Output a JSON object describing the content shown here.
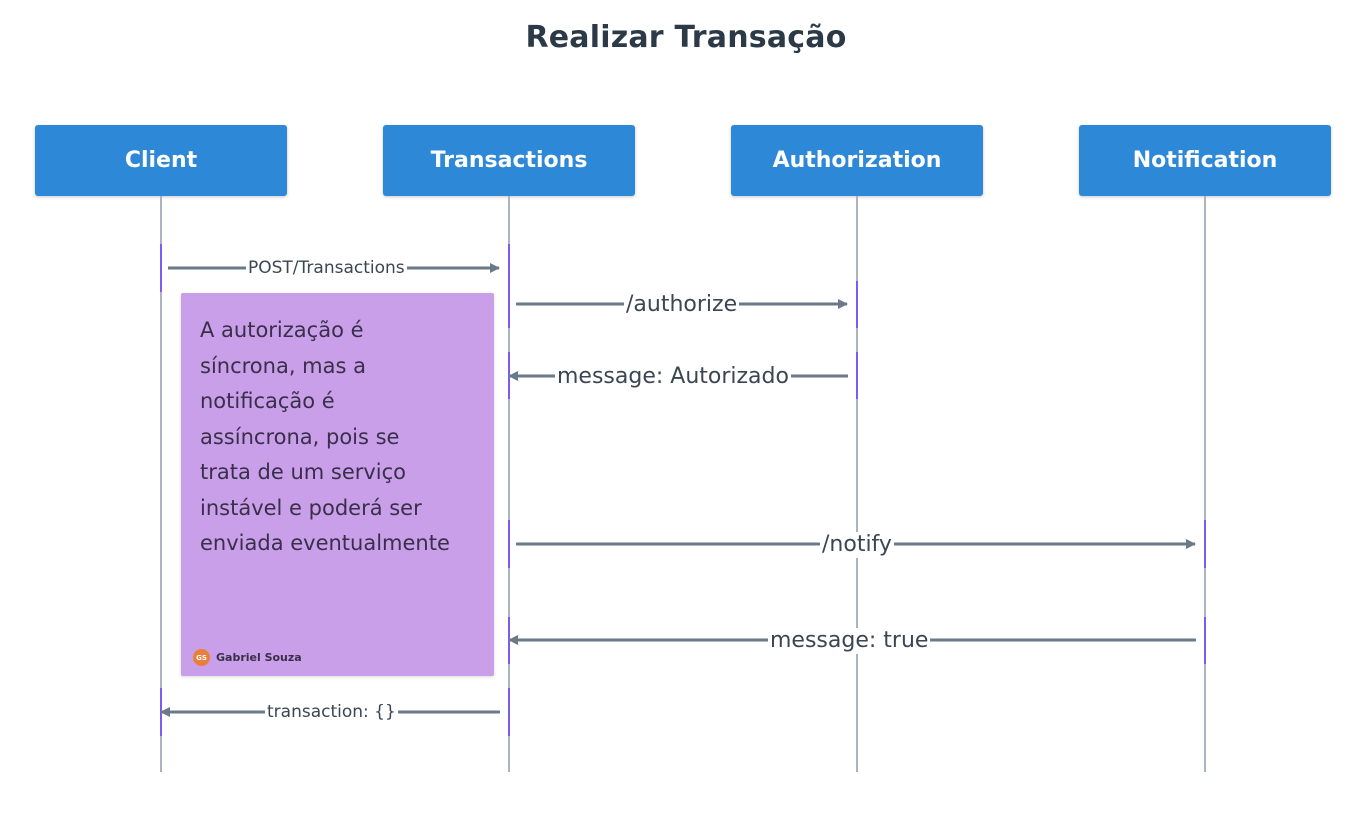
{
  "diagram": {
    "title": "Realizar Transação",
    "actors": [
      {
        "label": "Client"
      },
      {
        "label": "Transactions"
      },
      {
        "label": "Authorization"
      },
      {
        "label": "Notification"
      }
    ],
    "messages": [
      {
        "label": "POST/Transactions",
        "from": "Client",
        "to": "Transactions"
      },
      {
        "label": "/authorize",
        "from": "Transactions",
        "to": "Authorization"
      },
      {
        "label": "message: Autorizado",
        "from": "Authorization",
        "to": "Transactions"
      },
      {
        "label": "/notify",
        "from": "Transactions",
        "to": "Notification"
      },
      {
        "label": "message: true",
        "from": "Notification",
        "to": "Transactions"
      },
      {
        "label": "transaction: {}",
        "from": "Transactions",
        "to": "Client"
      }
    ],
    "note": {
      "text": "A autorização é\nsíncrona, mas a\nnotificação é\nassíncrona, pois se\ntrata de um serviço\ninstável e poderá ser\nenviada eventualmente",
      "author_initials": "GS",
      "author": "Gabriel Souza"
    },
    "colors": {
      "actor_fill": "#2d89d8",
      "note_fill": "#c89fe8",
      "arrow": "#6b7a89",
      "lifeline": "#a9b4c0",
      "activation": "#7a5cf0",
      "avatar": "#e8803a"
    }
  }
}
